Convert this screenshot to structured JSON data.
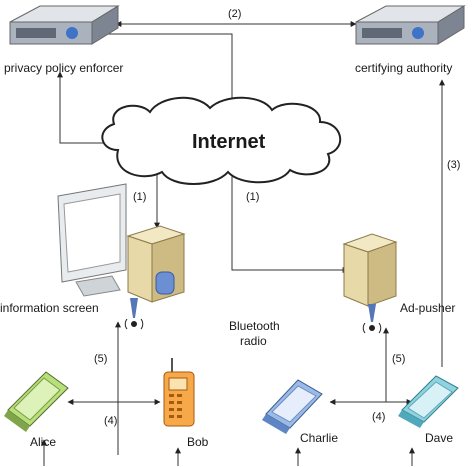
{
  "nodes": {
    "privacy_policy_enforcer": "privacy policy enforcer",
    "certifying_authority": "certifying authority",
    "internet": "Internet",
    "information_screen": "information screen",
    "ad_pusher": "Ad-pusher",
    "bluetooth_line1": "Bluetooth",
    "bluetooth_line2": "radio",
    "alice": "Alice",
    "bob": "Bob",
    "charlie": "Charlie",
    "dave": "Dave"
  },
  "edge_labels": {
    "e2": "(2)",
    "e1_left": "(1)",
    "e1_right": "(1)",
    "e3": "(3)",
    "e5_left": "(5)",
    "e5_right": "(5)",
    "e4_left": "(4)",
    "e4_right": "(4)"
  },
  "colors": {
    "line": "#333333",
    "server_body": "#c9ced6",
    "server_front": "#8d96a3",
    "tower": "#e8d9a8",
    "phone_green": "#b8e07a",
    "phone_orange": "#f7a94a",
    "phone_blue": "#9bbbe6",
    "phone_teal": "#8fd3e0"
  }
}
